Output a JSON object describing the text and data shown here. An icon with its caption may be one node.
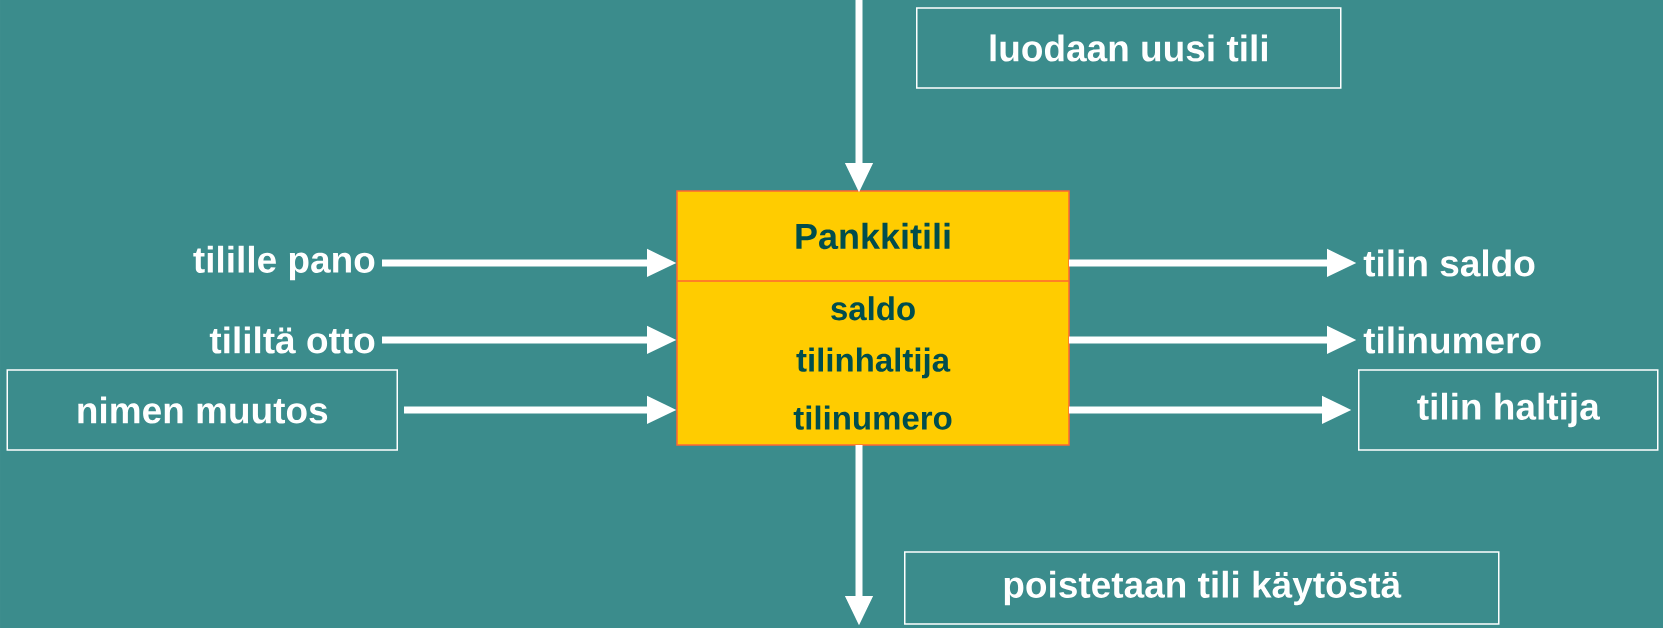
{
  "diagram": {
    "nodes": [
      {
        "text": [
          "luodaan uusi tili"
        ]
      },
      {
        "text": [
          "tilille pano"
        ]
      },
      {
        "text": [
          "tililtä otto"
        ]
      },
      {
        "text": [
          "nimen muutos"
        ]
      },
      {
        "text": [
          "Pankkitili",
          "saldo",
          "tilinhaltija",
          "tilinumero"
        ]
      },
      {
        "text": [
          "tilin saldo"
        ]
      },
      {
        "text": [
          "tilinumero"
        ]
      },
      {
        "text": [
          "tilin haltija"
        ]
      },
      {
        "text": [
          "poistetaan tili käytöstä"
        ]
      }
    ],
    "edges": [
      {
        "from": null,
        "to": 4,
        "arrow": "to"
      },
      {
        "from": 1,
        "to": 4,
        "arrow": "to"
      },
      {
        "from": 2,
        "to": 4,
        "arrow": "to"
      },
      {
        "from": 3,
        "to": 4,
        "arrow": "to"
      },
      {
        "from": 4,
        "to": 5,
        "arrow": "to"
      },
      {
        "from": 4,
        "to": 6,
        "arrow": "to"
      },
      {
        "from": 4,
        "to": 7,
        "arrow": "to"
      },
      {
        "from": 4,
        "to": null,
        "arrow": "to"
      }
    ]
  }
}
